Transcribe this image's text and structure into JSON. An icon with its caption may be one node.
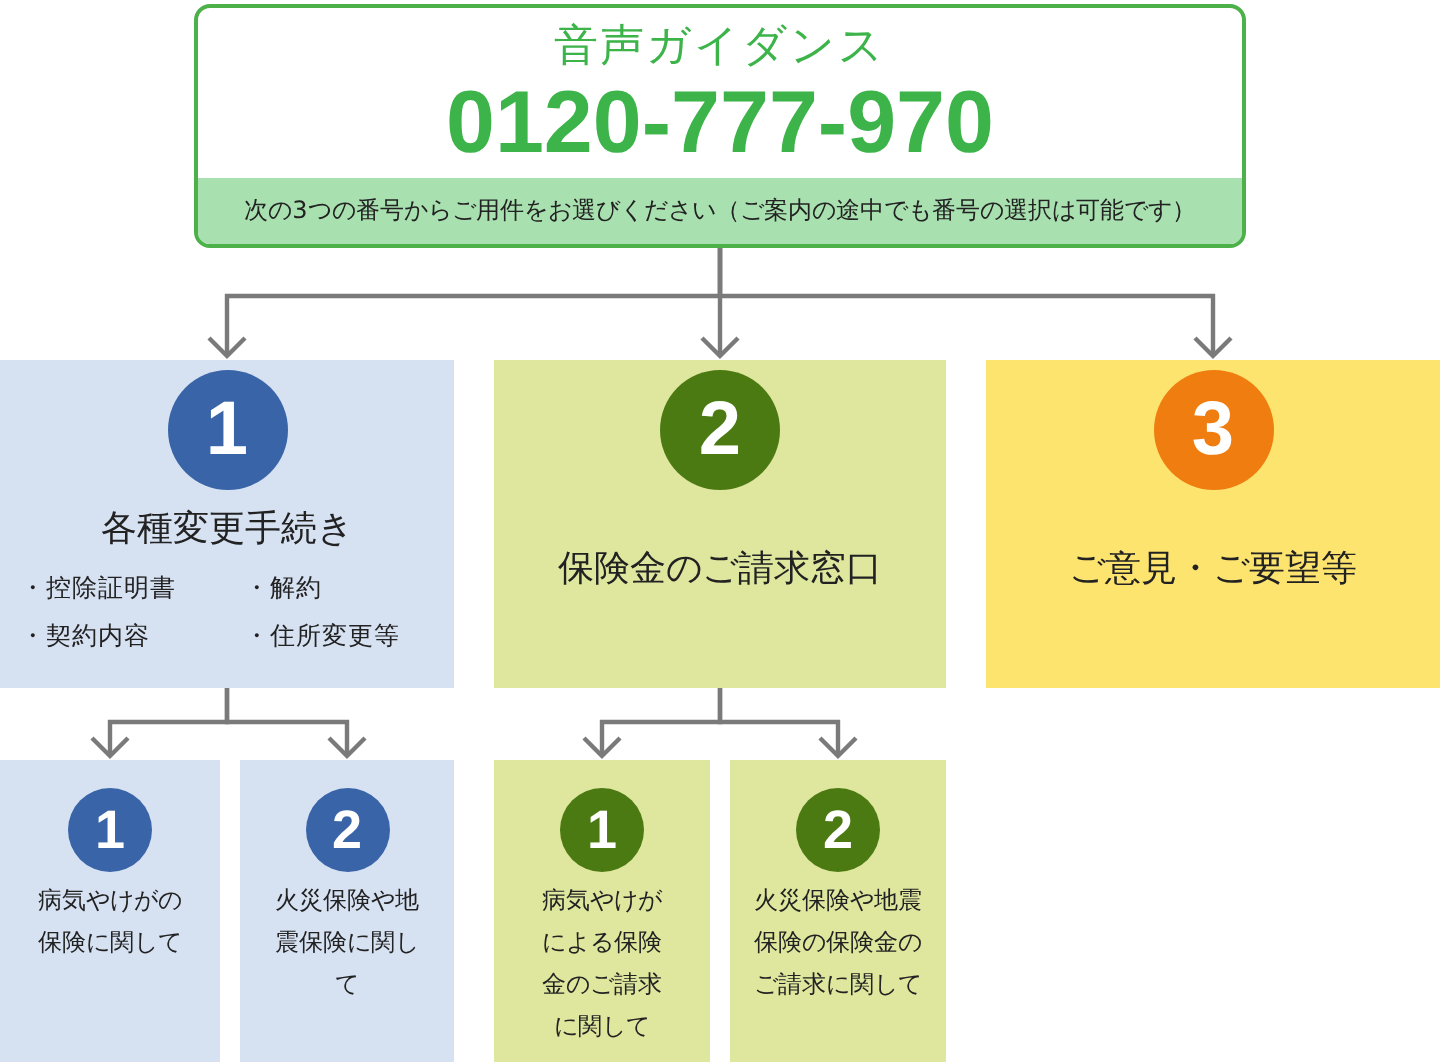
{
  "diagram": {
    "nodes": [
      {
        "text": [
          "音声ガイダンス",
          "0120-777-970",
          "次の3つの番号からご用件をお選びください（ご案内の途中でも番号の選択は可能です）"
        ]
      },
      {
        "text": [
          "1",
          "各種変更手続き",
          "・控除証明書",
          "・解約",
          "・契約内容",
          "・住所変更等"
        ]
      },
      {
        "text": [
          "2",
          "保険金のご請求窓口"
        ]
      },
      {
        "text": [
          "3",
          "ご意見・ご要望等"
        ]
      },
      {
        "text": [
          "1",
          "病気やけがの保険に関して"
        ]
      },
      {
        "text": [
          "2",
          "火災保険や地震保険に関して"
        ]
      },
      {
        "text": [
          "1",
          "病気やけがによる保険金のご請求に関して"
        ]
      },
      {
        "text": [
          "2",
          "火災保険や地震保険の保険金のご請求に関して"
        ]
      }
    ],
    "edges": [
      {
        "from": 0,
        "to": 1,
        "arrow": "to"
      },
      {
        "from": 0,
        "to": 2,
        "arrow": "to"
      },
      {
        "from": 0,
        "to": 3,
        "arrow": "to"
      },
      {
        "from": 1,
        "to": 4,
        "arrow": "to"
      },
      {
        "from": 1,
        "to": 5,
        "arrow": "to"
      },
      {
        "from": 2,
        "to": 6,
        "arrow": "to"
      },
      {
        "from": 2,
        "to": 7,
        "arrow": "to"
      }
    ]
  }
}
